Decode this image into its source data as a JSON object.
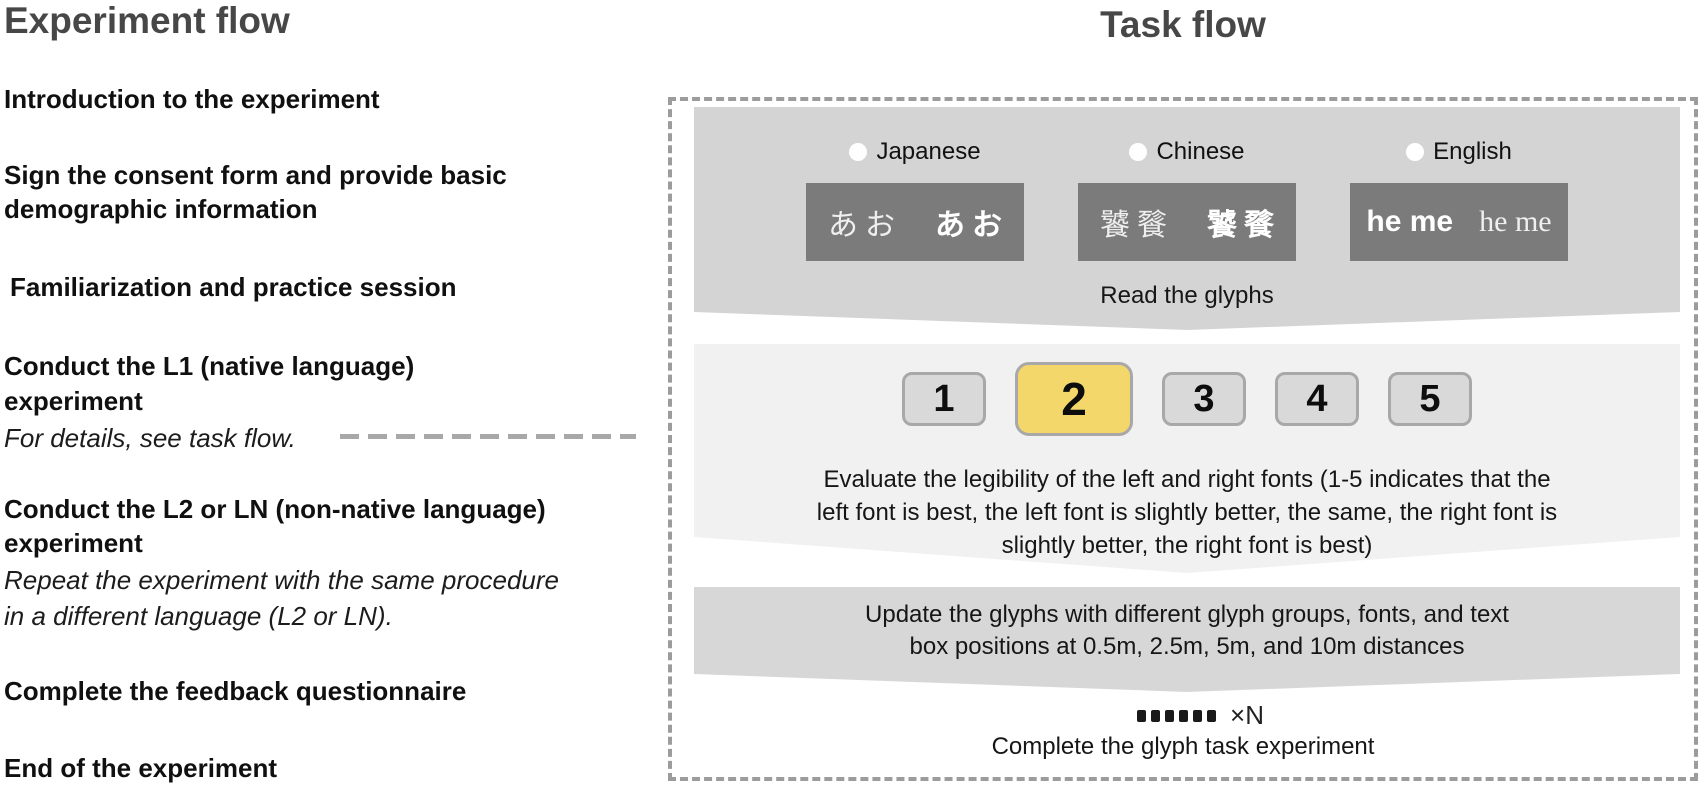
{
  "experiment_flow": {
    "title": "Experiment flow",
    "steps": [
      {
        "lines": [
          "Introduction to the experiment"
        ]
      },
      {
        "lines": [
          "Sign the consent form and provide basic",
          "demographic information"
        ]
      },
      {
        "lines": [
          "Familiarization and practice session"
        ]
      },
      {
        "lines": [
          "Conduct the L1 (native language)",
          "experiment"
        ],
        "note_lines": [
          "For details, see task flow."
        ]
      },
      {
        "lines": [
          "Conduct the L2 or LN (non-native language)",
          "experiment"
        ],
        "note_lines": [
          "Repeat the experiment with the same procedure",
          "in a different language (L2 or LN)."
        ]
      },
      {
        "lines": [
          "Complete the feedback questionnaire"
        ]
      },
      {
        "lines": [
          "End of the experiment"
        ]
      }
    ]
  },
  "task_flow": {
    "title": "Task flow",
    "read_step": {
      "languages": [
        {
          "label": "Japanese",
          "left_glyphs": "あお",
          "right_glyphs": "あお",
          "left_font": "serif-regular",
          "right_font": "sans-bold"
        },
        {
          "label": "Chinese",
          "left_glyphs": "饕餮",
          "right_glyphs": "饕餮",
          "left_font": "serif-regular",
          "right_font": "sans-bold"
        },
        {
          "label": "English",
          "left_glyphs": "he me",
          "right_glyphs": "he me",
          "left_font": "sans-bold",
          "right_font": "serif-regular"
        }
      ],
      "caption": "Read the glyphs"
    },
    "evaluate_step": {
      "rating_options": [
        "1",
        "2",
        "3",
        "4",
        "5"
      ],
      "selected_rating": "2",
      "caption_lines": [
        "Evaluate the legibility of the left and right fonts (1-5 indicates that the",
        "left font is best, the left font is slightly better, the same, the right font is",
        "slightly better, the right font is best)"
      ]
    },
    "update_step": {
      "caption_lines": [
        "Update the glyphs with different glyph groups, fonts, and text",
        "box positions at 0.5m, 2.5m, 5m, and 10m distances"
      ]
    },
    "repeat_label": "×N",
    "complete_caption": "Complete the glyph task experiment"
  },
  "colors": {
    "section_top_gray": "#d4d4d4",
    "section_middle_light_gray": "#f1f1f1",
    "section_bottom_gray": "#d7d7d7",
    "glyph_box_gray": "#7b7b7b",
    "rating_button_gray": "#d9d9d9",
    "rating_button_border": "#a8a8a8",
    "selected_rating_yellow": "#f4d76b",
    "panel_border_gray": "#9c9c9c",
    "title_gray": "#474747"
  }
}
